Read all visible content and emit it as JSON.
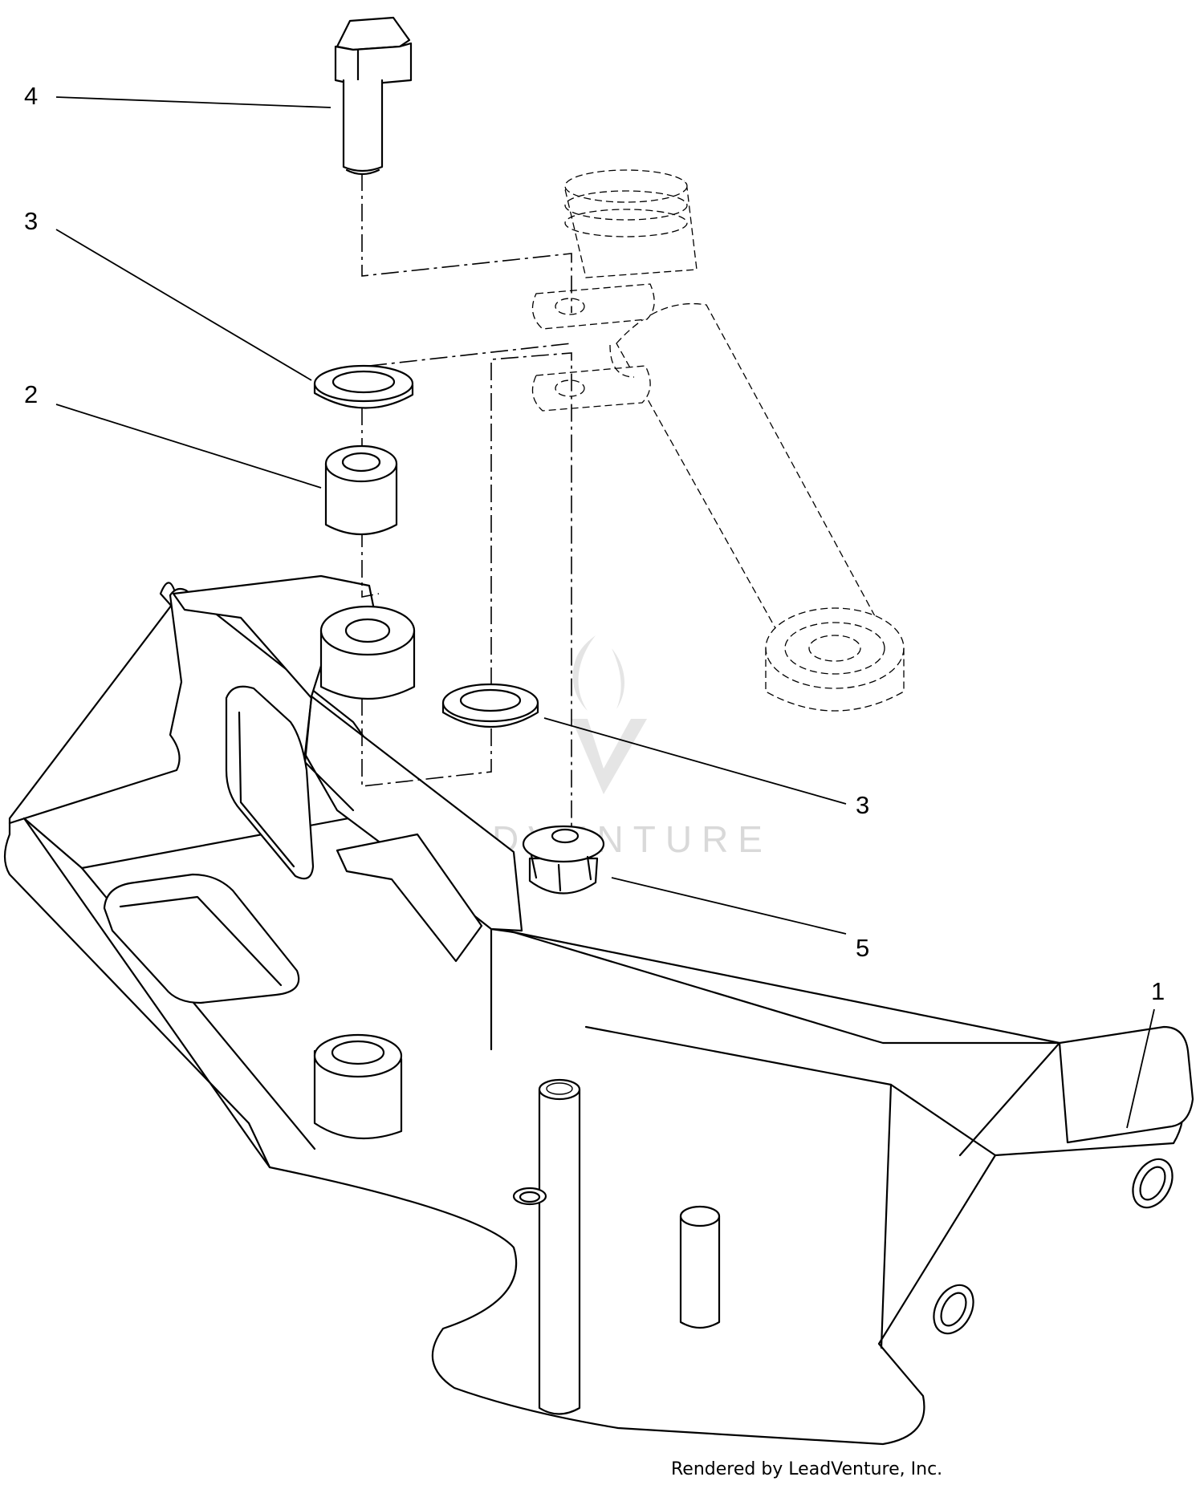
{
  "callouts": {
    "bolt": "4",
    "washer_upper": "3",
    "spacer": "2",
    "washer_lower": "3",
    "nut": "5",
    "bracket": "1"
  },
  "watermark": "LEADVENTURE",
  "credit": "Rendered by LeadVenture, Inc.",
  "colors": {
    "line": "#000000",
    "watermark": "#d9d9d9",
    "background": "#ffffff"
  }
}
